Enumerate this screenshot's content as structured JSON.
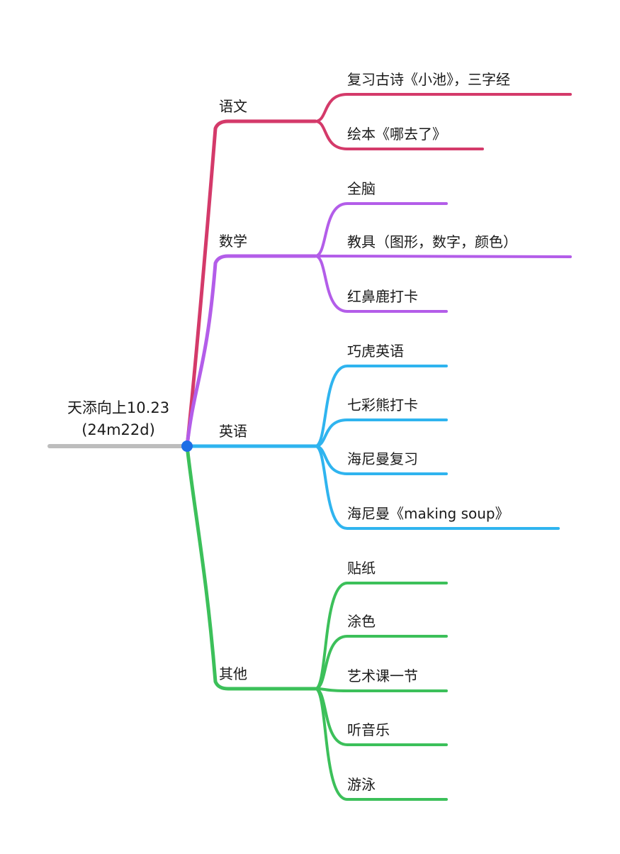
{
  "root": {
    "title": "天添向上10.23",
    "subtitle": "(24m22d)"
  },
  "branches": [
    {
      "label": "语文",
      "color": "#d43a6a",
      "leaves": [
        "复习古诗《小池》，三字经",
        "绘本《哪去了》"
      ]
    },
    {
      "label": "数学",
      "color": "#b35de9",
      "leaves": [
        "全脑",
        "教具（图形，数字，颜色）",
        "红鼻鹿打卡"
      ]
    },
    {
      "label": "英语",
      "color": "#2fb4ef",
      "leaves": [
        "巧虎英语",
        "七彩熊打卡",
        "海尼曼复习",
        "海尼曼《making soup》"
      ]
    },
    {
      "label": "其他",
      "color": "#3cc05a",
      "leaves": [
        "贴纸",
        "涂色",
        "艺术课一节",
        "听音乐",
        "游泳"
      ]
    }
  ],
  "colors": {
    "root_line": "#bdbdbd",
    "hub": "#1e6ee6"
  }
}
